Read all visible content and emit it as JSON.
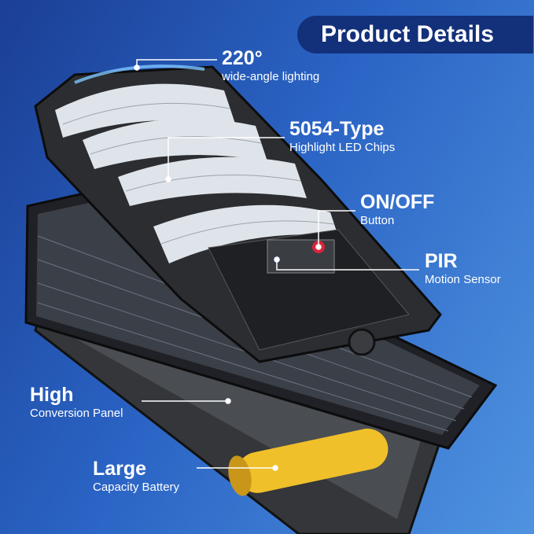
{
  "header": {
    "title": "Product Details"
  },
  "features": [
    {
      "heading": "220°",
      "sub": "wide-angle lighting"
    },
    {
      "heading": "5054-Type",
      "sub": "Highlight LED Chips"
    },
    {
      "heading": "ON/OFF",
      "sub": "Button"
    },
    {
      "heading": "PIR",
      "sub": "Motion Sensor"
    },
    {
      "heading": "High",
      "sub": "Conversion Panel"
    },
    {
      "heading": "Large",
      "sub": "Capacity Battery"
    }
  ],
  "colors": {
    "title_bg": "#13307a",
    "battery": "#f0c02a",
    "body": "#2b2d31",
    "accent_red": "#d8263a"
  }
}
